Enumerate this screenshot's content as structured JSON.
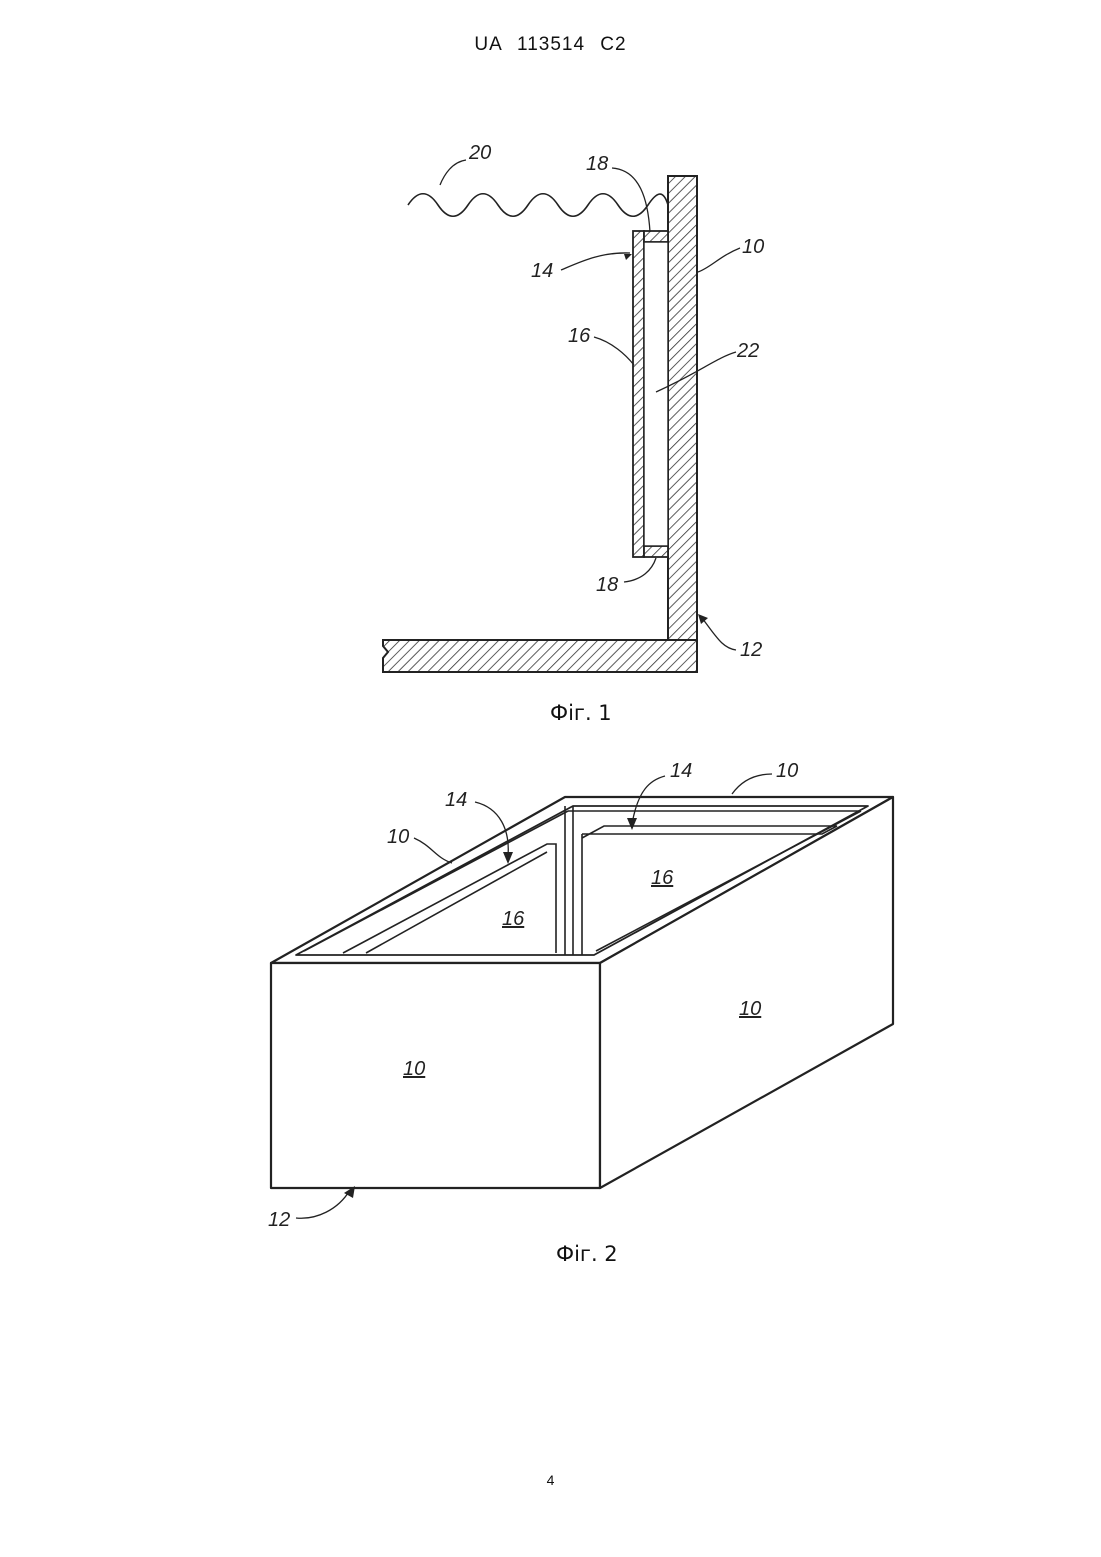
{
  "header": {
    "publication": "UA   113514   C2"
  },
  "figure1": {
    "caption": "Фіг. 1",
    "labels": {
      "l20": "20",
      "l18_top": "18",
      "l10": "10",
      "l14": "14",
      "l16": "16",
      "l22": "22",
      "l18_bottom": "18",
      "l12": "12"
    }
  },
  "figure2": {
    "caption": "Фіг. 2",
    "labels": {
      "l14_right": "14",
      "l10_top_right": "10",
      "l14_left": "14",
      "l10_top_left": "10",
      "l16_right": "16",
      "l16_left": "16",
      "l10_right_face": "10",
      "l10_front_face": "10",
      "l12": "12"
    }
  },
  "footer": {
    "page_number": "4"
  }
}
